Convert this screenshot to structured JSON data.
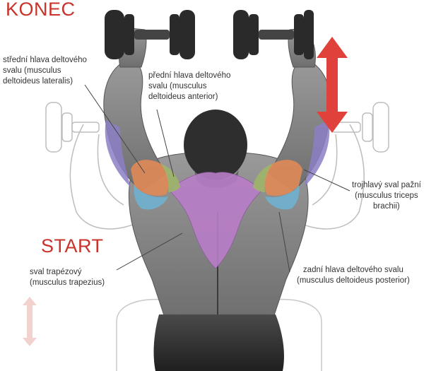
{
  "titles": {
    "end": "KONEC",
    "start": "START"
  },
  "labels": {
    "lateral": [
      "střední hlava deltového",
      "svalu (musculus",
      "deltoideus lateralis)"
    ],
    "anterior": [
      "přední hlava deltového",
      "svalu (musculus",
      "deltoideus anterior)"
    ],
    "triceps": [
      "trojhlavý sval pažní",
      "(musculus triceps",
      "brachii)"
    ],
    "trapezius": [
      "sval trapézový",
      "(musculus trapezius)"
    ],
    "posterior": [
      "zadní hlava deltového svalu",
      "(musculus deltoideus posterior)"
    ]
  },
  "colors": {
    "title": "#c8332b",
    "arrow": "#e0413a",
    "trapezius": "#b97ec8",
    "deltoid_lateral": "#e08a57",
    "deltoid_anterior": "#9fb56a",
    "deltoid_posterior": "#6fb0cf",
    "triceps": "#8c7fc4"
  },
  "icons": {
    "arrow": "double-headed-vertical-arrow-icon",
    "dumbbell": "dumbbell-icon"
  }
}
